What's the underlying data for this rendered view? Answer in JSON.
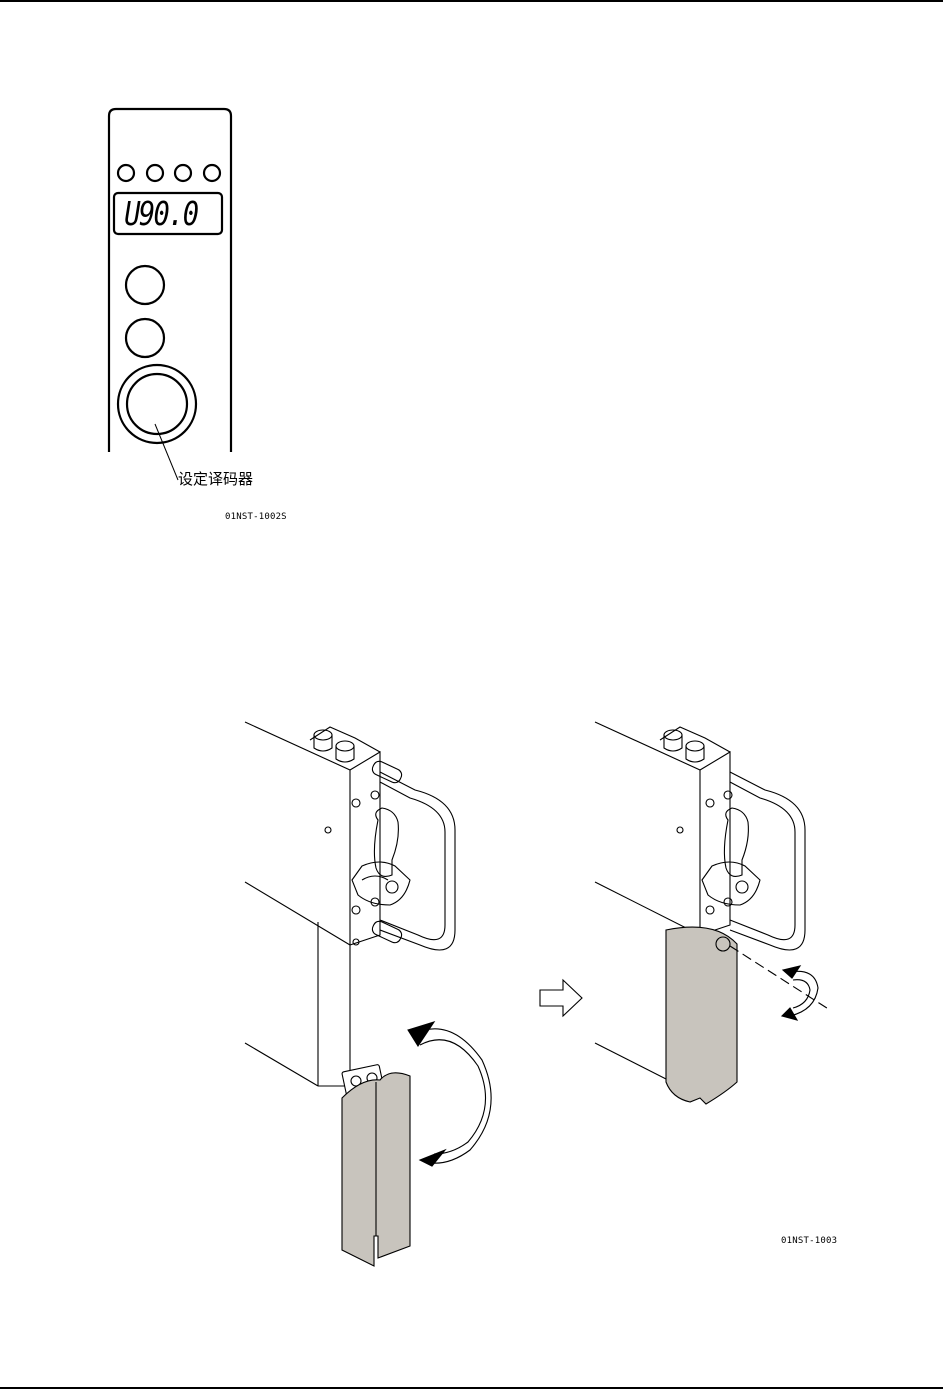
{
  "page": {
    "top_rule": true,
    "bottom_rule": true
  },
  "figure_1": {
    "display_readout": "U90.0",
    "indicator_lamps": 4,
    "callout_label": "设定译码器",
    "figure_code": "01NST-1002S"
  },
  "figure_2": {
    "figure_code": "01NST-1003",
    "panel_fill_color": "#c8c4bd",
    "arrow_icon": "right-arrow-icon"
  }
}
